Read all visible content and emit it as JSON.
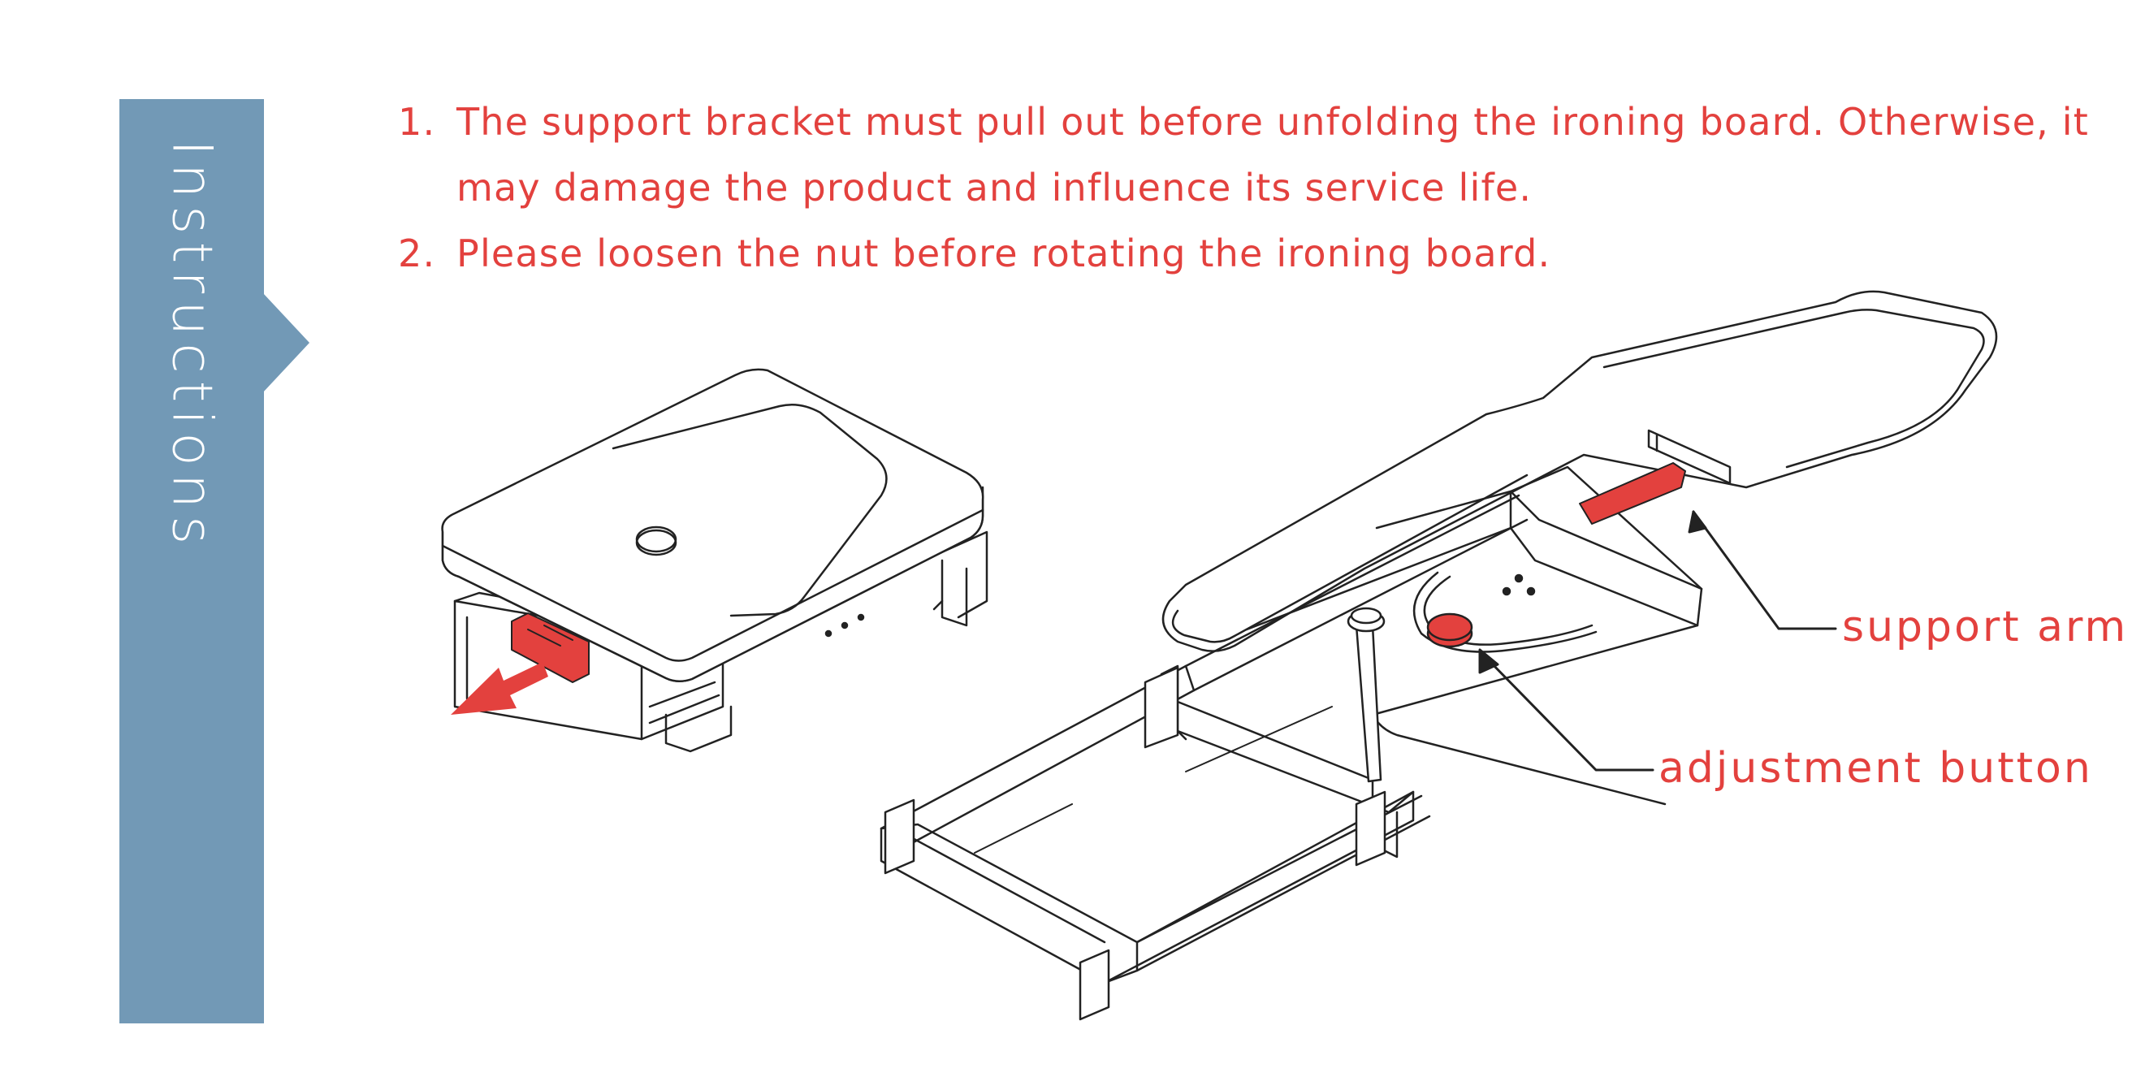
{
  "sidebar": {
    "label": "Instructions",
    "color": "#7299b6"
  },
  "instructions": {
    "accent_color": "#e3413e",
    "items": [
      {
        "number": "1.",
        "text": "The support bracket must pull out before unfolding the ironing board. Otherwise, it may damage the product and influence its service life."
      },
      {
        "number": "2.",
        "text": "Please loosen the nut before rotating the ironing board."
      }
    ]
  },
  "callouts": {
    "support_arm": "support arm",
    "adjustment_button": "adjustment button"
  },
  "icons": {
    "pull_direction": "arrow-icon",
    "callout_pointer": "arrow-icon"
  }
}
